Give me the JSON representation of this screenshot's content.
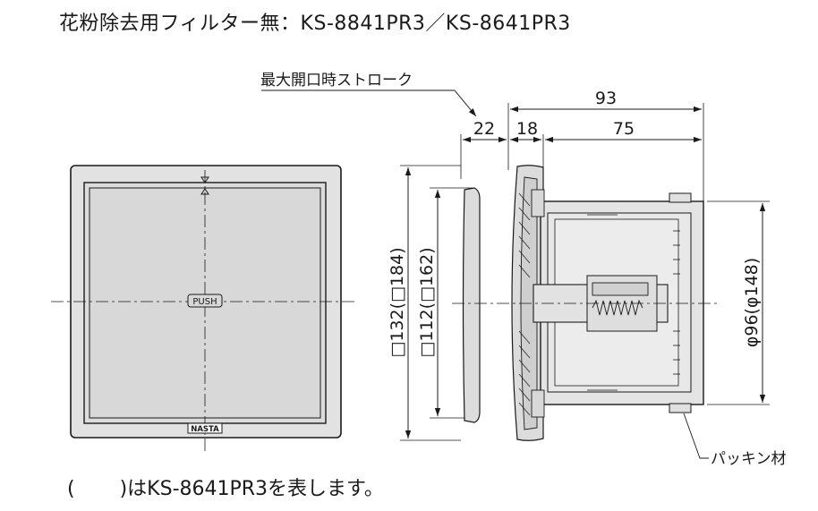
{
  "title": "花粉除去用フィルター無：KS-8841PR3／KS-8641PR3",
  "front_view": {
    "push_label": "PUSH",
    "brand_label": "NASTA"
  },
  "dimensions": {
    "stroke_label": "最大開口時ストローク",
    "d93": "93",
    "d22": "22",
    "d18": "18",
    "d75": "75",
    "outer_height": "□132(□184)",
    "inner_height": "□112(□162)",
    "diameter": "φ96(φ148)"
  },
  "gasket_label": "パッキン材",
  "footnote": {
    "open_paren": "(",
    "close_text": ")はKS-8641PR3を表します。"
  },
  "colors": {
    "line": "#1a1a1a",
    "panel_fill": "#dedede",
    "panel_inner": "#d6d6d6",
    "body_fill": "#e4e4e4"
  }
}
